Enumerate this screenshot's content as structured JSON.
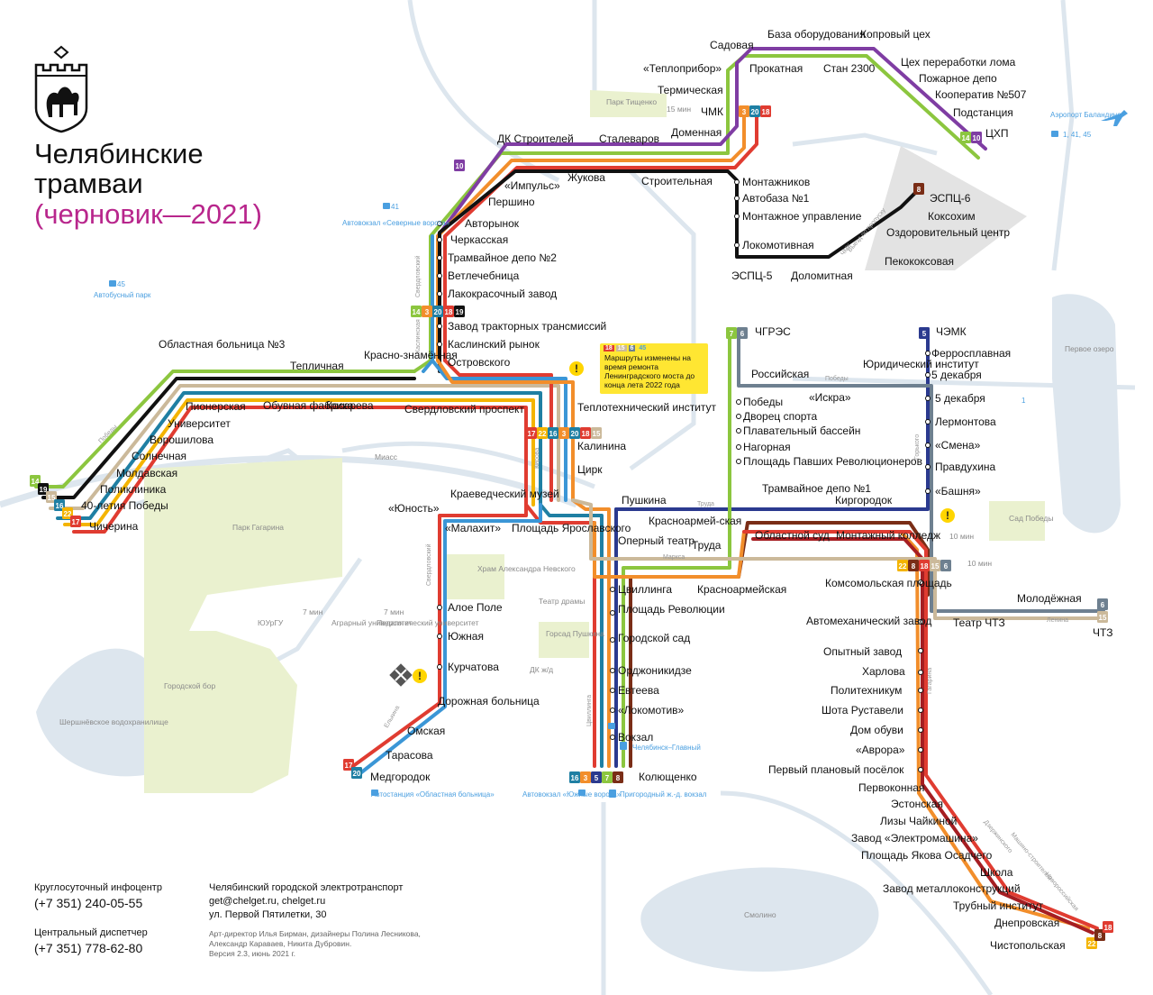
{
  "title": {
    "line1": "Челябинские",
    "line2": "трамваи",
    "line3": "(черновик—2021)"
  },
  "colors": {
    "violet": "#7f3da3",
    "lightgreen": "#8cc63f",
    "orange": "#f28e2b",
    "red": "#e03c31",
    "darkred": "#a61e22",
    "black": "#111111",
    "blue": "#3b96d6",
    "navy": "#2b3a8f",
    "grey": "#6e8090",
    "beige": "#cbb99a",
    "teal": "#1f7fa3",
    "yellow": "#f4b400",
    "brown": "#7a2d16"
  },
  "stations": {
    "sadovaya": "Садовая",
    "baza": "База оборудования",
    "koprovy": "Копровый цех",
    "teplopribor": "«Теплоприбор»",
    "prokatnaya": "Прокатная",
    "stan": "Стан 2300",
    "tsekh": "Цех переработки лома",
    "pozharnoe": "Пожарное депо",
    "kooperativ": "Кооператив №507",
    "podstantsiya": "Подстанция",
    "tshp": "ЦХП",
    "termicheskaya": "Термическая",
    "chmk": "ЧМК",
    "domennaya": "Доменная",
    "dk": "ДК Строителей",
    "stalevarov": "Сталеваров",
    "impuls": "«Импульс»",
    "zhukova": "Жукова",
    "stroitelnaya": "Строительная",
    "pershino": "Першино",
    "montazhnikov": "Монтажников",
    "avtobaza": "Автобаза №1",
    "montazhnoe": "Монтажное управление",
    "lokomotivnaya": "Локомотивная",
    "espc5": "ЭСПЦ-5",
    "dolomitnaya": "Доломитная",
    "espc6": "ЭСПЦ-6",
    "koksohim": "Коксохим",
    "ozdorov": "Оздоровительный центр",
    "pekokoks": "Пекококсовая",
    "avtorynok": "Авторынок",
    "cherkasskaya": "Черкасская",
    "depo2": "Трамвайное депо №2",
    "vetlech": "Ветлечебница",
    "lakokras": "Лакокрасочный завод",
    "ztt": "Завод тракторных трансмиссий",
    "kasl": "Каслинский рынок",
    "ostrovskogo": "Островского",
    "oblbol": "Областная больница №3",
    "teplichnaya": "Тепличная",
    "krasnozn": "Красно-знамённая",
    "pionerskaya": "Пионерская",
    "obuvnaya": "Обувная фабрика",
    "kosareva": "Косарева",
    "sverdlpr": "Свердловский проспект",
    "universitet": "Университет",
    "voroshilova": "Ворошилова",
    "solnechnaya": "Солнечная",
    "moldavskaya": "Молдавская",
    "poliklinika": "Поликлиника",
    "pobedy40": "40-летия Победы",
    "chicherina": "Чичерина",
    "teplotekh": "Теплотехнический институт",
    "kalinina": "Калинина",
    "tsirk": "Цирк",
    "kraeved": "Краеведческий музей",
    "yunost": "«Юность»",
    "malakhit": "«Малахит»",
    "ploshchyar": "Площадь Ярославского",
    "pushkina": "Пушкина",
    "opernyi": "Оперный театр",
    "krasnoarm1": "Красноармей-ская",
    "truda": "Труда",
    "tsvillinga": "Цвиллинга",
    "krasnoarm2": "Красноармейская",
    "ploshchrev": "Площадь Революции",
    "gorsad": "Городской сад",
    "ordzh": "Орджоникидзе",
    "evteeva": "Евтеева",
    "lokomotiv": "«Локомотив»",
    "vokzal": "Вокзал",
    "kolyushchenko": "Колющенко",
    "aloepole": "Алое Поле",
    "yuzhnaya": "Южная",
    "kurchatova": "Курчатова",
    "dorbol": "Дорожная больница",
    "omskaya": "Омская",
    "tarasova": "Тарасова",
    "medgorodok": "Медгородок",
    "chgres": "ЧГРЭС",
    "rossiyskaya": "Российская",
    "yuridich": "Юридический институт",
    "pobedy": "Победы",
    "iskra": "«Искра»",
    "dvorets": "Дворец спорта",
    "plavat": "Плавательный бассейн",
    "nagornaya": "Нагорная",
    "ploshchpavsh": "Площадь Павших Революционеров",
    "depo1": "Трамвайное депо №1",
    "kirgorodok": "Киргородок",
    "oblsud": "Областной суд",
    "montkol": "Монтажный колледж",
    "chemk": "ЧЭМК",
    "ferrosplav": "Ферросплавная",
    "dek5a": "5 декабря",
    "dek5b": "5 декабря",
    "lermontova": "Лермонтова",
    "smena": "«Смена»",
    "pravdukhina": "Правдухина",
    "bashnya": "«Башня»",
    "komsomol": "Комсомольская площадь",
    "avtomekh": "Автомеханический завод",
    "opytny": "Опытный завод",
    "kharlova": "Харлова",
    "politekh": "Политехникум",
    "shota": "Шота Руставели",
    "domobuvi": "Дом обуви",
    "avrora": "«Аврора»",
    "pervyplan": "Первый плановый посёлок",
    "pervokonnaya": "Первоконная",
    "estonskaya": "Эстонская",
    "lizy": "Лизы Чайкиной",
    "elektromash": "Завод «Электромашина»",
    "osadchego": "Площадь Якова Осадчего",
    "shkola": "Школа",
    "metallokon": "Завод металлоконструкций",
    "trubny": "Трубный институт",
    "dneprovskaya": "Днепровская",
    "chistopolskaya": "Чистопольская",
    "molodezhnaya": "Молодёжная",
    "teatrchtz": "Театр ЧТЗ",
    "chtz": "ЧТЗ"
  },
  "landmarks": {
    "park_tishchenko": "Парк Тищенко",
    "min15": "15 мин",
    "airport": "Аэропорт Баландино",
    "airport_bus": "1, 41, 45",
    "bus41": "41",
    "sev_vorota": "Автовокзал «Северные ворота»",
    "bus45": "45",
    "avtopark": "Автобусный парк",
    "park_gagarina": "Парк Гагарина",
    "gorbor": "Городской бор",
    "shershni": "Шершнёвское водохранилище",
    "yurgu": "ЮУрГУ",
    "agrar": "Аграрный университет",
    "pedag": "Педагогический университет",
    "min7a": "7 мин",
    "min7b": "7 мин",
    "hram": "Храм Александра Невского",
    "teatr_dramy": "Театр драмы",
    "gorsad_pushkina": "Горсад Пушкина",
    "dk_zhd": "ДК ж/д",
    "chel_glavny": "Челябинск–Главный",
    "yuzh_vorota": "Автовокзал «Южные ворота»",
    "prigorod": "Пригородный ж.-д. вокзал",
    "obl_bol_bus": "Автостанция «Областная больница»",
    "sad_pobedy": "Сад Победы",
    "min10a": "10 мин",
    "min10b": "10 мин",
    "pervoe_ozero": "Первое озеро",
    "smolino": "Смолино",
    "miass": "Миасс",
    "bus1": "1"
  },
  "streets": {
    "pobedy": "Победы",
    "kirova": "Кирова",
    "sverdlovsky": "Свердловский",
    "kaslinskaya": "Каслинская",
    "truda": "Труда",
    "marksa": "Маркса",
    "tsvillinga": "Цвиллинга",
    "gorkogo": "Горького",
    "gagarina": "Гагарина",
    "lenina": "Ленина",
    "pobedy2": "Победы",
    "elkina": "Елькина",
    "sverdlovsky2": "Свердловский",
    "dzerzhinskogo": "Дзержинского",
    "mashinostroiteley": "Машино-строителей",
    "novorossiyskaya": "Новороссийская",
    "vyezd": "Выезд по пропуску",
    "chmk_street": "ЧМК"
  },
  "notice": {
    "routes": [
      "18",
      "15",
      "6",
      "45"
    ],
    "text": "Маршруты изменены на время ремонта Ленинградского моста до конца лета 2022 года"
  },
  "footer": {
    "info_label": "Круглосуточный инфоцентр",
    "info_phone": "(+7 351) 240-05-55",
    "disp_label": "Центральный диспетчер",
    "disp_phone": "(+7 351) 778-62-80",
    "org": "Челябинский городской электротранспорт",
    "web": "get@chelget.ru, chelget.ru",
    "addr": "ул. Первой Пятилетки, 30",
    "credits": "Арт-директор Илья Бирман, дизайнеры Полина Лесникова, Александр Караваев, Никита Дубровин.",
    "version": "Версия 2.3, июнь 2021 г."
  },
  "route_badges": {
    "tshp": [
      "14",
      "10"
    ],
    "chmk": [
      "3",
      "20",
      "18"
    ],
    "tenth": [
      "10"
    ],
    "espc6": [
      "8"
    ],
    "sverdl": [
      "14",
      "3",
      "20",
      "18",
      "19"
    ],
    "left": [
      "14",
      "19",
      "15",
      "16",
      "22",
      "17"
    ],
    "kirov": [
      "17",
      "22",
      "16",
      "3",
      "20",
      "18",
      "15"
    ],
    "med": [
      "17",
      "20"
    ],
    "chgres": [
      "7",
      "6"
    ],
    "chemk": [
      "5"
    ],
    "montkol": [
      "22",
      "8",
      "18",
      "15",
      "6"
    ],
    "chtz": [
      "6",
      "15"
    ],
    "south": [
      "16",
      "3",
      "5",
      "7",
      "8"
    ],
    "chist": [
      "22",
      "8",
      "18"
    ]
  }
}
